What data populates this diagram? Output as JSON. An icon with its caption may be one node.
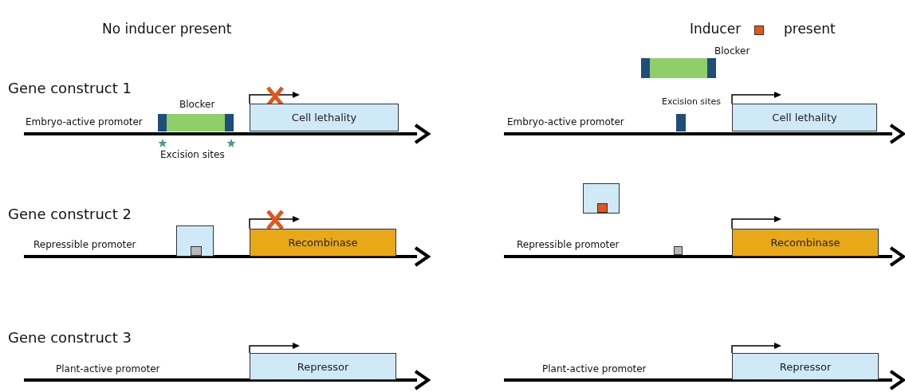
{
  "diagram": {
    "nodes": [
      {
        "text": [
          "Blocker"
        ]
      },
      {
        "text": [
          "Cell lethality"
        ]
      },
      {
        "text": [],
        "shape": "box"
      },
      {
        "text": [],
        "shape": "box",
        "in": 2
      },
      {
        "text": [
          "Recombinase"
        ]
      },
      {
        "text": [
          "Repressor"
        ]
      },
      {
        "text": [
          "Blocker"
        ]
      },
      {
        "text": [],
        "shape": "bar"
      },
      {
        "text": [
          "Cell lethality"
        ]
      },
      {
        "text": [],
        "shape": "box"
      },
      {
        "text": [],
        "shape": "box",
        "in": 9
      },
      {
        "text": [],
        "shape": "box"
      },
      {
        "text": [
          "Recombinase"
        ]
      },
      {
        "text": [
          "Repressor"
        ]
      }
    ],
    "edges": [],
    "labels": [
      "No inducer present",
      "Inducer",
      "present",
      "Gene construct 1",
      "Embryo-active promoter",
      "Excision sites",
      "Excision sites",
      "Embryo-active promoter",
      "Gene construct 2",
      "Repressible promoter",
      "Repressible promoter",
      "Gene construct 3",
      "Plant-active promoter",
      "Plant-active promoter"
    ]
  }
}
